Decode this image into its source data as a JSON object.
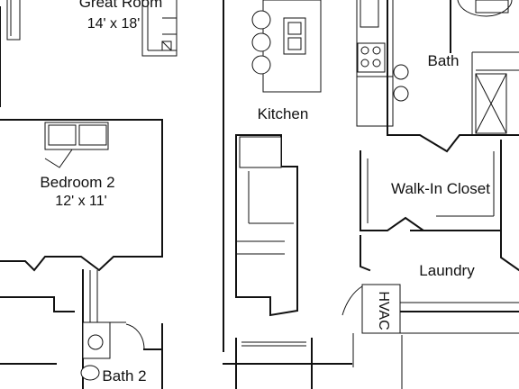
{
  "rooms": {
    "great_room": {
      "name": "Great Room",
      "dims": "14' x 18'"
    },
    "kitchen": {
      "name": "Kitchen"
    },
    "bath": {
      "name": "Bath"
    },
    "bedroom2": {
      "name": "Bedroom 2",
      "dims": "12' x 11'"
    },
    "walk_in_closet": {
      "name": "Walk-In Closet"
    },
    "laundry": {
      "name": "Laundry"
    },
    "hvac": {
      "name": "HVAC"
    },
    "bath2": {
      "name": "Bath 2"
    }
  },
  "fixture_icons": [
    "sofa-icon",
    "bar-stool-icon",
    "sink-icon",
    "range-icon",
    "toilet-icon",
    "bed-icon",
    "shower-icon",
    "door-swing-icon"
  ]
}
